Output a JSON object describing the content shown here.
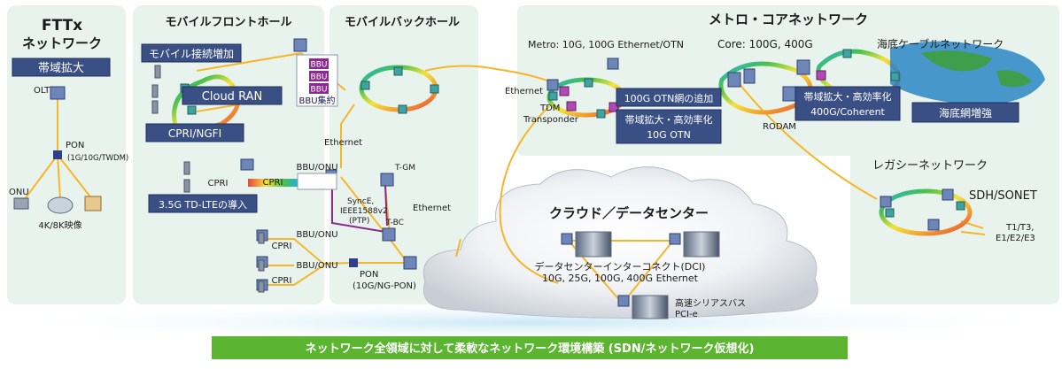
{
  "sections": {
    "fttx": {
      "title_line1": "FTTx",
      "title_line2": "ネットワーク",
      "badge": "帯域拡大",
      "olt": "OLT",
      "pon": "PON",
      "pon_sub": "(1G/10G/TWDM)",
      "onu": "ONU",
      "video": "4K/8K映像"
    },
    "fronthaul": {
      "title": "モバイルフロントホール",
      "badge_mobile": "モバイル接続増加",
      "badge_cloudran": "Cloud RAN",
      "badge_cpri": "CPRI/NGFI",
      "bbu1": "BBU",
      "bbu2": "BBU",
      "bbu3": "BBU",
      "bbu_consolidation": "BBU集約",
      "cpri_a": "CPRI",
      "cpri_b": "CPRI",
      "bbu_onu_1": "BBU/ONU",
      "badge_lte": "3.5G TD-LTEの導入",
      "cpri_c": "CPRI",
      "cpri_d": "CPRI",
      "bbu_onu_2": "BBU/ONU",
      "bbu_onu_3": "BBU/ONU"
    },
    "backhaul": {
      "title": "モバイルバックホール",
      "ethernet_1": "Ethernet",
      "tgm": "T-GM",
      "sync_1": "SyncE,",
      "sync_2": "IEEE1588v2",
      "sync_3": "(PTP)",
      "tbc": "T-BC",
      "ethernet_2": "Ethernet",
      "pon": "PON",
      "pon_sub": "(10G/NG-PON)"
    },
    "metro": {
      "title": "メトロ・コアネットワーク",
      "metro_spec": "Metro: 10G, 100G Ethernet/OTN",
      "core_spec": "Core: 100G, 400G",
      "submarine": "海底ケーブルネットワーク",
      "ethernet": "Ethernet",
      "tdm": "TDM",
      "transponder": "Transponder",
      "badge_otn": "100G OTN網の追加",
      "badge_10g_1": "帯域拡大・高効率化",
      "badge_10g_2": "10G OTN",
      "badge_400g_1": "帯域拡大・高効率化",
      "badge_400g_2": "400G/Coherent",
      "rodam": "RODAM",
      "badge_submarine": "海底網増強"
    },
    "legacy": {
      "title": "レガシーネットワーク",
      "sdh": "SDH/SONET",
      "t1": "T1/T3,",
      "e1": "E1/E2/E3"
    },
    "cloud": {
      "title": "クラウド／データセンター",
      "dci_1": "データセンターインターコネクト(DCI)",
      "dci_2": "10G, 25G, 100G, 400G Ethernet",
      "serial_1": "高速シリアスバス",
      "serial_2": "PCI-e"
    }
  },
  "footer": {
    "banner": "ネットワーク全領域に対して柔軟なネットワーク環境構築 (SDN/ネットワーク仮想化)"
  },
  "colors": {
    "panel": "#e9f3ee",
    "badge": "#3a4f83",
    "badge_border": "#1d2f60",
    "link": "#f5b728",
    "sync": "#8a2a8e",
    "banner": "#5cb531",
    "bbu": "#8a2a8e"
  }
}
